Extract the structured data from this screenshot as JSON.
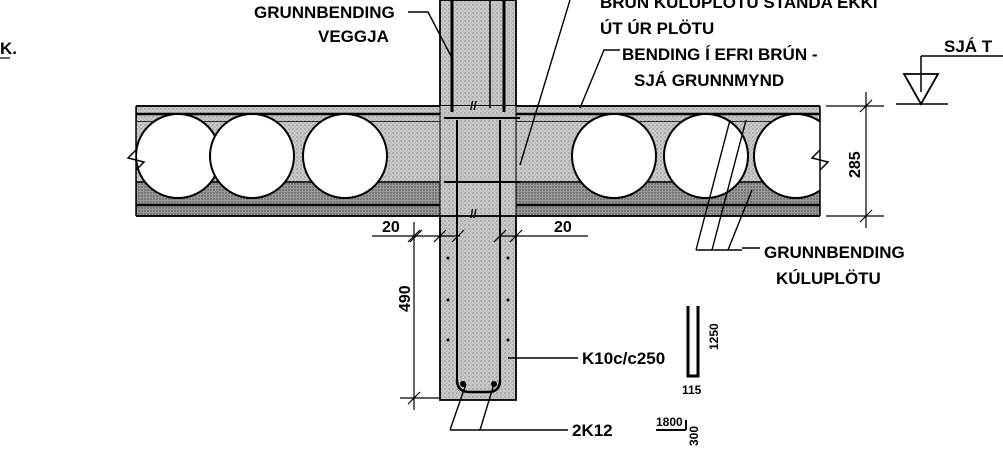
{
  "colors": {
    "ink": "#000000",
    "concrete_fill": "#c9c9c9",
    "paper": "#ffffff"
  },
  "labels": {
    "wall_rebar_line1": "GRUNNBENDING",
    "wall_rebar_line2": "VEGGJA",
    "top_right_line1": "BRÚN KÚLUPLÖTU STANDA EKKI",
    "top_right_line2": "ÚT ÚR PLÖTU",
    "top_rebar_line1": "BENDING Í EFRI BRÚN -",
    "top_rebar_line2": "SJÁ GRUNNMYND",
    "far_right_ref": "SJÁ T",
    "left_edge_fragment": "K.",
    "slab_rebar_line1": "GRUNNBENDING",
    "slab_rebar_line2": "KÚLUPLÖTU",
    "stirrup_label": "K10c/c250",
    "bottom_bar_label": "2K12",
    "stirrup_height": "1250",
    "stirrup_width": "115",
    "bottom_bar_len": "1800",
    "bottom_bar_hook": "300"
  },
  "dimensions": {
    "slab_thickness": "285",
    "wall_extension": "490",
    "left_offset": "20",
    "right_offset": "20"
  }
}
